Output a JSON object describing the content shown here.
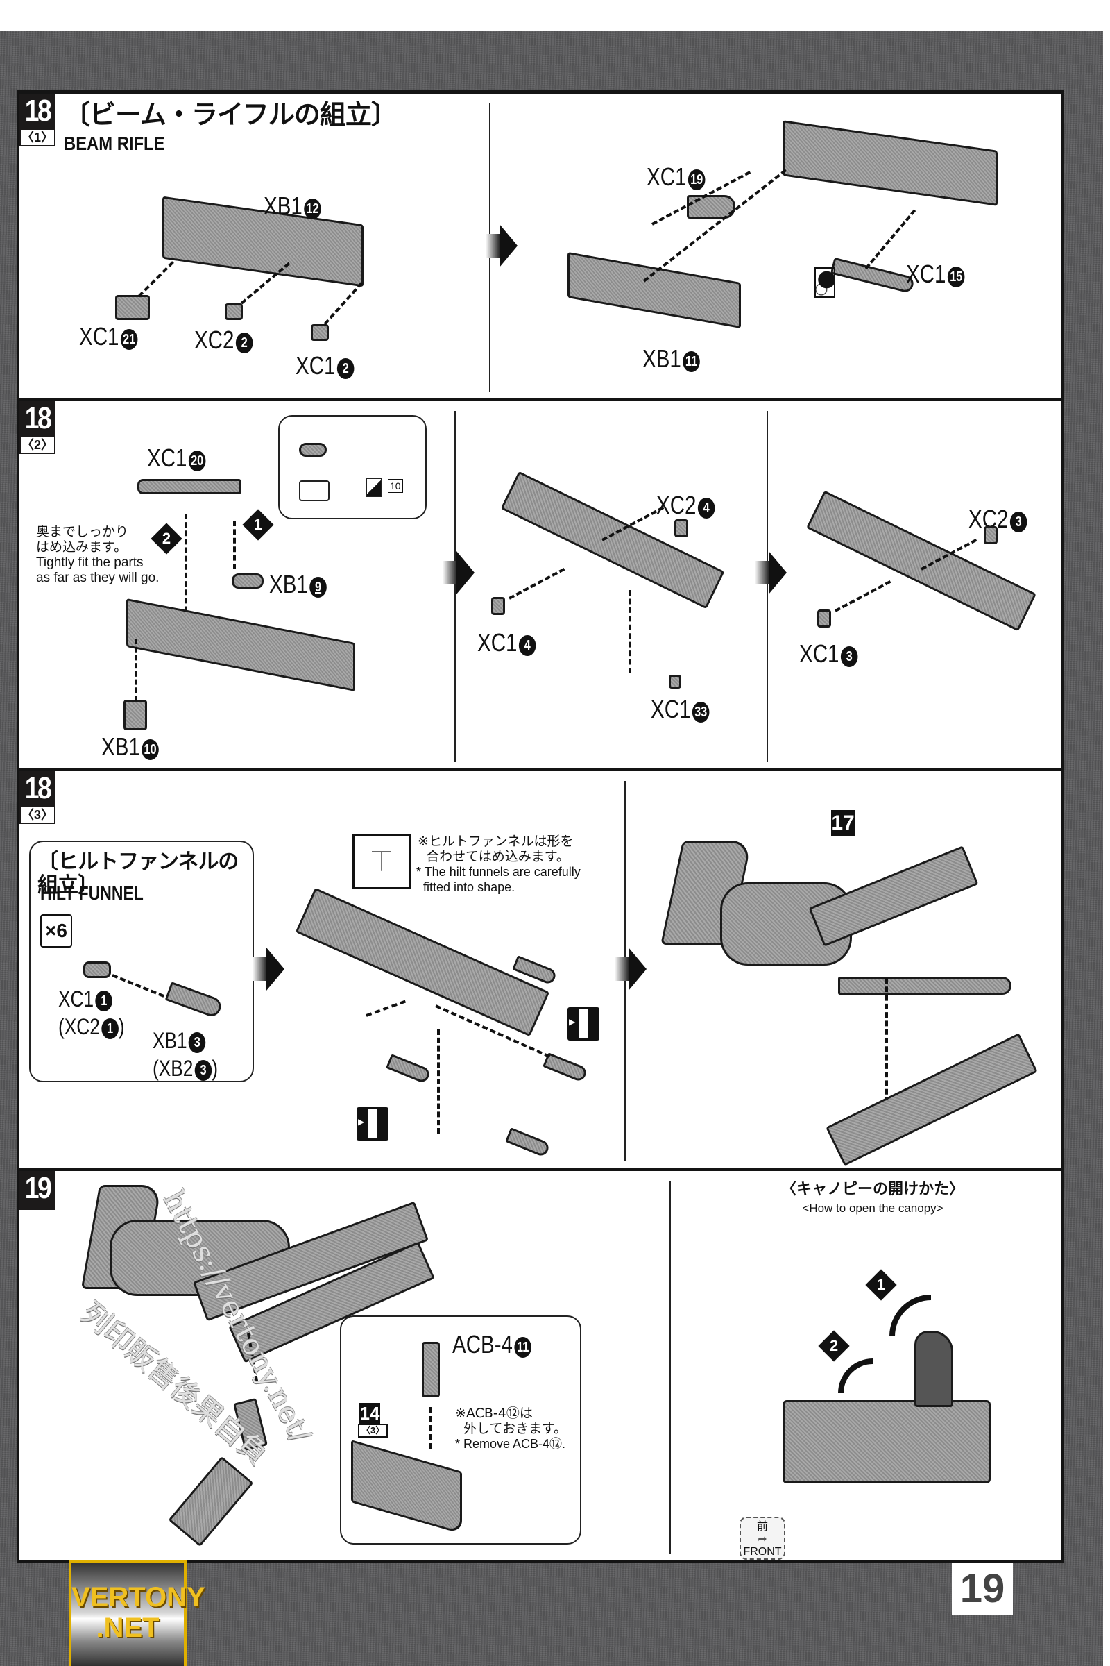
{
  "page_number": "19",
  "steps": {
    "s18_1": {
      "step": "18",
      "substep": "〈1〉",
      "title_jp": "〔ビーム・ライフルの組立〕",
      "title_en": "BEAM RIFLE",
      "left_parts": [
        {
          "code": "XB1",
          "num": "12"
        },
        {
          "code": "XC1",
          "num": "21"
        },
        {
          "code": "XC2",
          "num": "2"
        },
        {
          "code": "XC1",
          "num": "2"
        }
      ],
      "right_parts": [
        {
          "code": "XC1",
          "num": "19"
        },
        {
          "code": "XC1",
          "num": "15"
        },
        {
          "code": "XB1",
          "num": "11"
        }
      ],
      "right_icon": "marking-circle-icon"
    },
    "s18_2": {
      "step": "18",
      "substep": "〈2〉",
      "parts_a": [
        {
          "code": "XC1",
          "num": "20"
        },
        {
          "code": "XB1",
          "num": "9",
          "underline": true
        },
        {
          "code": "XB1",
          "num": "10"
        }
      ],
      "order": [
        "1",
        "2"
      ],
      "sticker_ref": "10",
      "note_jp_line1": "奥までしっかり",
      "note_jp_line2": "はめ込みます。",
      "note_en_line1": "Tightly fit the parts",
      "note_en_line2": "as far as they will go.",
      "parts_b": [
        {
          "code": "XC2",
          "num": "4"
        },
        {
          "code": "XC1",
          "num": "4"
        },
        {
          "code": "XC1",
          "num": "33"
        }
      ],
      "parts_c": [
        {
          "code": "XC2",
          "num": "3"
        },
        {
          "code": "XC1",
          "num": "3"
        }
      ]
    },
    "s18_3": {
      "step": "18",
      "substep": "〈3〉",
      "sub_title_jp": "〔ヒルトファンネルの組立〕",
      "sub_title_en": "HILT FUNNEL",
      "multiplier": "×6",
      "part_a": {
        "code": "XC1",
        "num": "1",
        "alt": "(XC2",
        "alt_num": "1",
        "alt_close": ")"
      },
      "part_b": {
        "code": "XB1",
        "num": "3",
        "alt": "(XB2",
        "alt_num": "3",
        "alt_close": ")"
      },
      "note_jp_line1": "※ヒルトファンネルは形を",
      "note_jp_line2": "合わせてはめ込みます。",
      "note_en_line1": "* The hilt funnels are carefully",
      "note_en_line2": "fitted into shape.",
      "ref_step": "17"
    },
    "s19": {
      "step": "19",
      "part": {
        "code": "ACB-4",
        "num": "11"
      },
      "ref_step": "14",
      "ref_substep": "〈3〉",
      "note_jp_line1": "※ACB-4⑫は",
      "note_jp_line2": "外しておきます。",
      "note_en": "* Remove ACB-4⑫.",
      "canopy_title_jp": "〈キャノピーの開けかた〉",
      "canopy_title_en": "<How to open the canopy>",
      "canopy_order": [
        "1",
        "2"
      ],
      "front_jp": "前",
      "front_en": "FRONT"
    }
  },
  "logo": {
    "line1": "VERTONY",
    "line2": ".NET"
  },
  "watermark": {
    "line1": "https://vertony.net/",
    "line2": "列印販售後果自負"
  }
}
